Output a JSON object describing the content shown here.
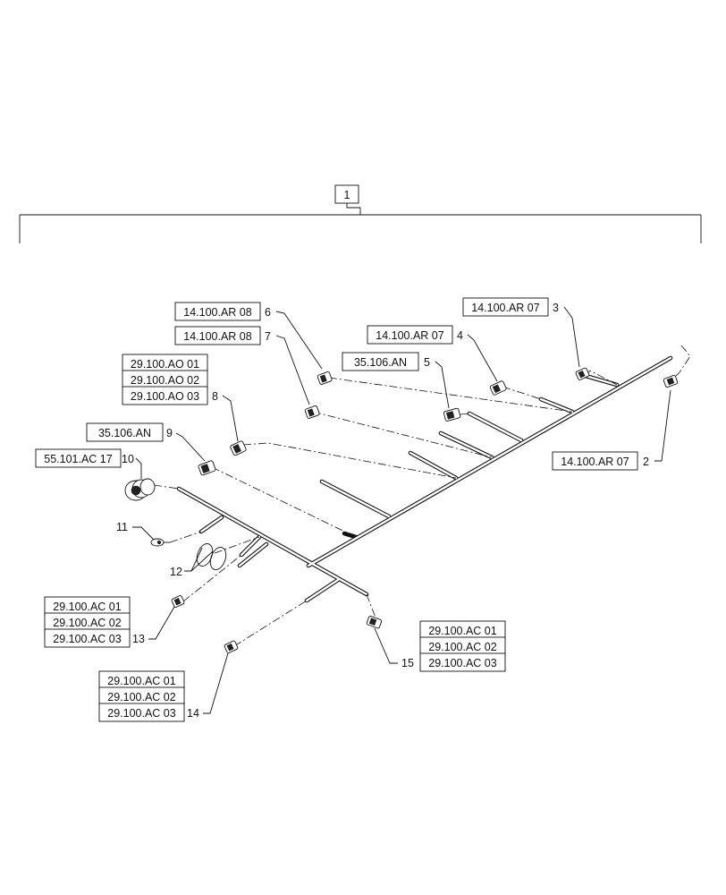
{
  "assembly": {
    "item": "1"
  },
  "callouts": [
    {
      "item": "2",
      "refs": [
        "14.100.AR 07"
      ]
    },
    {
      "item": "3",
      "refs": [
        "14.100.AR 07"
      ]
    },
    {
      "item": "4",
      "refs": [
        "14.100.AR 07"
      ]
    },
    {
      "item": "5",
      "refs": [
        "35.106.AN"
      ]
    },
    {
      "item": "6",
      "refs": [
        "14.100.AR 08"
      ]
    },
    {
      "item": "7",
      "refs": [
        "14.100.AR 08"
      ]
    },
    {
      "item": "8",
      "refs": [
        "29.100.AO 01",
        "29.100.AO 02",
        "29.100.AO 03"
      ]
    },
    {
      "item": "9",
      "refs": [
        "35.106.AN"
      ]
    },
    {
      "item": "10",
      "refs": [
        "55.101.AC 17"
      ]
    },
    {
      "item": "11",
      "refs": []
    },
    {
      "item": "12",
      "refs": []
    },
    {
      "item": "13",
      "refs": [
        "29.100.AC 01",
        "29.100.AC 02",
        "29.100.AC 03"
      ]
    },
    {
      "item": "14",
      "refs": [
        "29.100.AC 01",
        "29.100.AC 02",
        "29.100.AC 03"
      ]
    },
    {
      "item": "15",
      "refs": [
        "29.100.AC 01",
        "29.100.AC 02",
        "29.100.AC 03"
      ]
    }
  ]
}
